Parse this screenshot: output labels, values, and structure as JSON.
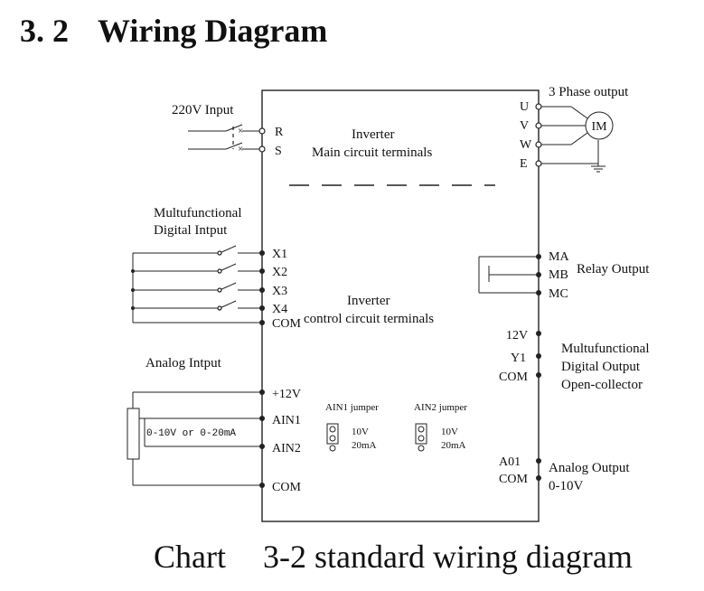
{
  "heading": {
    "number": "3. 2",
    "title": "Wiring Diagram"
  },
  "caption": {
    "prefix": "Chart",
    "text": "3-2 standard wiring diagram"
  },
  "power_input": {
    "label": "220V Input",
    "terminals": [
      "R",
      "S"
    ]
  },
  "main_circuit": {
    "line1": "Inverter",
    "line2": "Main circuit terminals"
  },
  "motor_output": {
    "label": "3 Phase output",
    "terminals": [
      "U",
      "V",
      "W",
      "E"
    ],
    "motor": "IM"
  },
  "digital_input": {
    "label_line1": "Multufunctional",
    "label_line2": "Digital Intput",
    "terminals": [
      "X1",
      "X2",
      "X3",
      "X4",
      "COM"
    ]
  },
  "control_circuit": {
    "line1": "Inverter",
    "line2": "control circuit terminals"
  },
  "relay_output": {
    "label": "Relay Output",
    "terminals": [
      "MA",
      "MB",
      "MC"
    ]
  },
  "digital_output": {
    "label_line1": "Multufunctional",
    "label_line2": "Digital Output",
    "label_line3": "Open-collector",
    "terminals": [
      "12V",
      "Y1",
      "COM"
    ]
  },
  "analog_input": {
    "label": "Analog Intput",
    "range": "0-10V or 0-20mA",
    "terminals": [
      "+12V",
      "AIN1",
      "AIN2",
      "COM"
    ]
  },
  "jumpers": [
    {
      "title": "AIN1 jumper",
      "opt1": "10V",
      "opt2": "20mA"
    },
    {
      "title": "AIN2 jumper",
      "opt1": "10V",
      "opt2": "20mA"
    }
  ],
  "analog_output": {
    "label_line1": "Analog Output",
    "label_line2": "0-10V",
    "terminals": [
      "A01",
      "COM"
    ]
  }
}
